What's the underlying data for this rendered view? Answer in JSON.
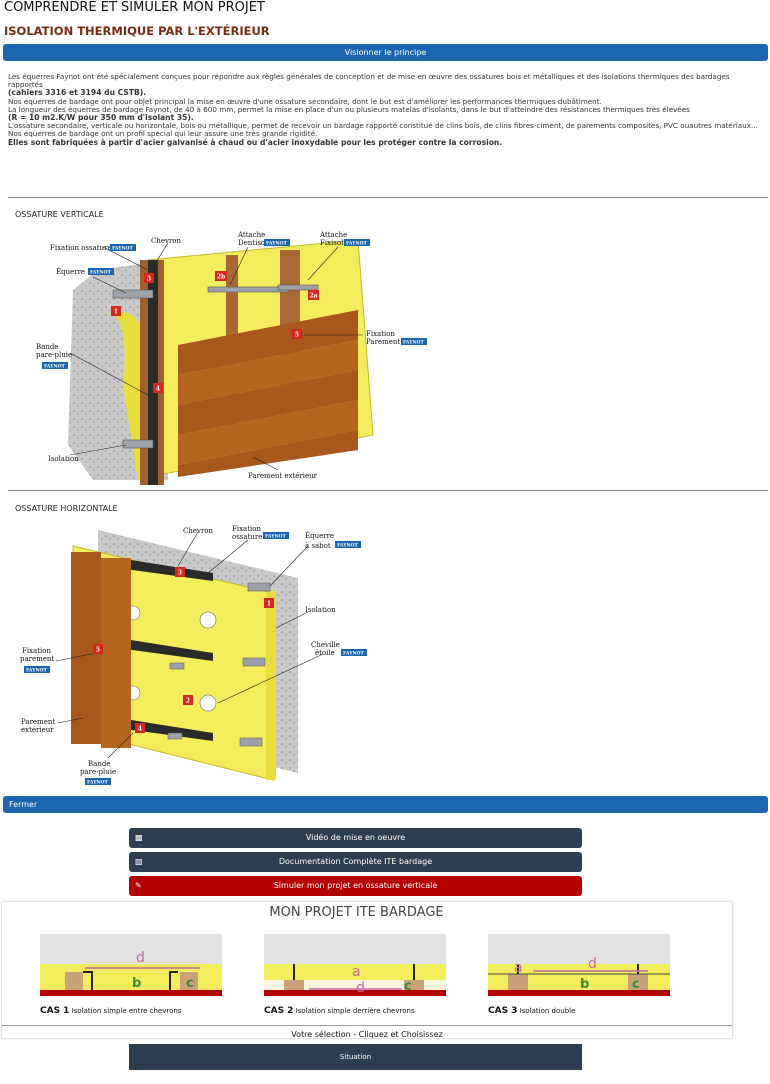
{
  "header": {
    "title": "COMPRENDRE ET SIMULER MON PROJET",
    "subtitle": "ISOLATION THERMIQUE PAR L'EXTÉRIEUR"
  },
  "principle_button": "Visionner le principe",
  "description": {
    "p1": "Les équerres Faynot ont été spécialement conçues pour répondre aux règles générales de conception et de mise en œuvre des ossatures bois et métalliques et des isolations thermiques des bardages rapportés",
    "p1_bold": "(cahiers 3316 et 3194 du CSTB).",
    "p2": "Nos équerres de bardage ont pour objet principal la mise en œuvre d'une ossature secondaire, dont le but est d'améliorer les performances thermiques dubâtiment.",
    "p3": "La longueur des équerres de bardage Faynot, de 40 à 600 mm, permet la mise en place d'un ou plusieurs matelas d'isolants, dans le but d'atteindre des résistances thermiques très élevées",
    "p3_bold": "(R = 10 m2.K/W pour 350 mm d'isolant 35).",
    "p4": "L'ossature secondaire, verticale ou horizontale, bois ou métallique, permet de recevoir un bardage rapporté constitué de clins bois, de clins fibres-ciment, de parements composites, PVC ouautres matériaux...",
    "p5": "Nos équerres de bardage ont un profil spécial qui leur assure une très grande rigidité.",
    "p5_bold": "Elles sont fabriquées à partir d'acier galvanisé à chaud ou d'acier inoxydable pour les protéger contre la corrosion."
  },
  "vertical": {
    "section_label": "OSSATURE VERTICALE",
    "labels": {
      "fixation_ossature": "Fixation ossature",
      "chevron": "Chevron",
      "attache_dentisol_1": "Attache",
      "attache_dentisol_2": "Dentisol",
      "attache_fixisol_1": "Attache",
      "attache_fixisol_2": "Fixisol",
      "equerre": "Équerre",
      "fixation_parement_1": "Fixation",
      "fixation_parement_2": "Parement",
      "bande_1": "Bande",
      "bande_2": "pare-pluie",
      "isolation": "Isolation",
      "parement": "Parement extérieur"
    },
    "badges": [
      "1",
      "2a",
      "2b",
      "3",
      "4",
      "5"
    ]
  },
  "horizontal": {
    "section_label": "OSSATURE HORIZONTALE",
    "labels": {
      "chevron": "Chevron",
      "fixation_ossature_1": "Fixation",
      "fixation_ossature_2": "ossature",
      "equerre_1": "Équerre",
      "equerre_2": "à sabot",
      "isolation": "Isolation",
      "fixation_parement_1": "Fixation",
      "fixation_parement_2": "parement",
      "cheville_1": "Cheville",
      "cheville_2": "étoile",
      "parement_1": "Parement",
      "parement_2": "extérieur",
      "bande_1": "Bande",
      "bande_2": "pare-pluie"
    },
    "badges": [
      "1",
      "2",
      "3",
      "4",
      "5"
    ]
  },
  "brand": "FAYNOT",
  "close_button": "Fermer",
  "actions": {
    "video": "Vidéo de mise en oeuvre",
    "documentation": "Documentation Complète ITE bardage",
    "simulate": "Simuler mon projet en ossature verticale"
  },
  "project": {
    "title": "MON PROJET ITE BARDAGE",
    "cases": [
      {
        "name": "CAS 1",
        "desc": "Isolation simple entre chevrons",
        "letters": [
          "d",
          "b",
          "c"
        ]
      },
      {
        "name": "CAS 2",
        "desc": "Isolation simple derrière chevrons",
        "letters": [
          "a",
          "d",
          "c"
        ]
      },
      {
        "name": "CAS 3",
        "desc": "Isolation double",
        "letters": [
          "a",
          "d",
          "b",
          "c"
        ]
      }
    ]
  },
  "selection_hint": "Votre sélection - Cliquez et Choisissez",
  "situation_button": "Situation",
  "colors": {
    "blue": "#1a64b0",
    "dark": "#2c3e50",
    "red": "#b30000",
    "brown_title": "#7a2b13",
    "insulation": "#f3ec5c",
    "wood": "#b5651d",
    "badge": "#d6271f"
  }
}
